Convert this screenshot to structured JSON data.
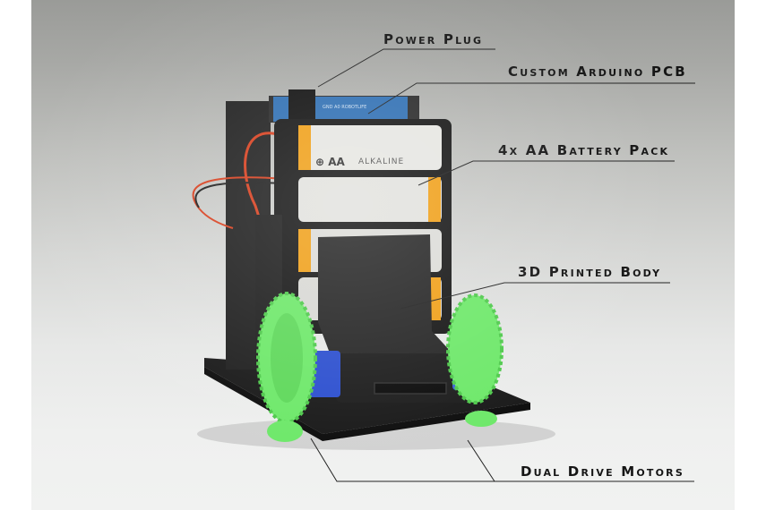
{
  "image": {
    "subject": "Small 3D printed Arduino robot with annotated component callouts",
    "background_colors": {
      "top": "#9a9b98",
      "bottom": "#f1f2f1",
      "margin": "#ffffff"
    },
    "colors": {
      "body": "#1c1c1c",
      "wheels": "#6ee86a",
      "pcb": "#2f6fb3",
      "servo": "#2c4fcf",
      "battery_cap": "#f0a019",
      "battery_body": "#e6e6e2",
      "wire_red": "#d8401f"
    }
  },
  "callouts": [
    {
      "id": "power-plug",
      "label": "Power Plug"
    },
    {
      "id": "custom-arduino-pcb",
      "label": "Custom Arduino PCB"
    },
    {
      "id": "battery-pack",
      "label": "4x AA Battery Pack"
    },
    {
      "id": "printed-body",
      "label": "3D Printed Body"
    },
    {
      "id": "drive-motors",
      "label": "Dual Drive Motors"
    }
  ],
  "battery_text": {
    "type": "AA",
    "chemistry": "ALKALINE"
  }
}
